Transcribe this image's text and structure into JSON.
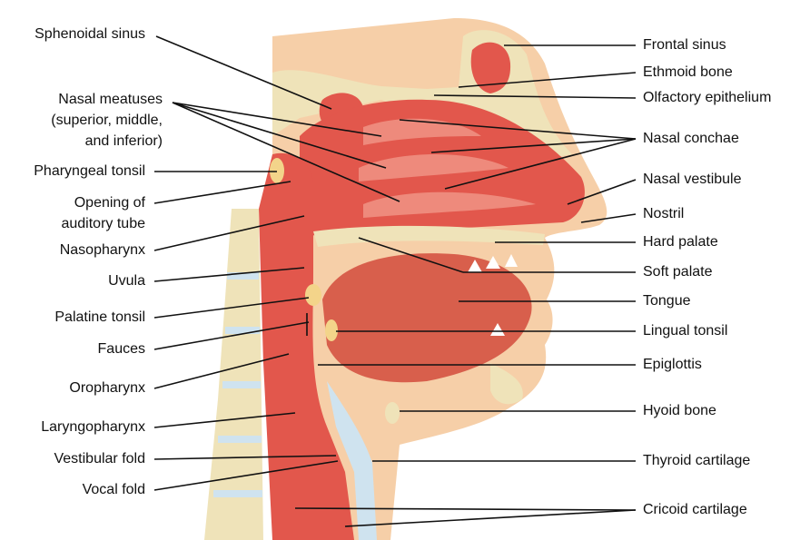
{
  "labels_left": {
    "sphenoidal_sinus": "Sphenoidal sinus",
    "nasal_meatuses_l1": "Nasal meatuses",
    "nasal_meatuses_l2": "(superior, middle,",
    "nasal_meatuses_l3": "and inferior)",
    "pharyngeal_tonsil": "Pharyngeal tonsil",
    "opening_auditory_l1": "Opening of",
    "opening_auditory_l2": "auditory tube",
    "nasopharynx": "Nasopharynx",
    "uvula": "Uvula",
    "palatine_tonsil": "Palatine tonsil",
    "fauces": "Fauces",
    "oropharynx": "Oropharynx",
    "laryngopharynx": "Laryngopharynx",
    "vestibular_fold": "Vestibular fold",
    "vocal_fold": "Vocal fold"
  },
  "labels_right": {
    "frontal_sinus": "Frontal sinus",
    "ethmoid_bone": "Ethmoid bone",
    "olfactory_epithelium": "Olfactory epithelium",
    "nasal_conchae": "Nasal conchae",
    "nasal_vestibule": "Nasal vestibule",
    "nostril": "Nostril",
    "hard_palate": "Hard palate",
    "soft_palate": "Soft palate",
    "tongue": "Tongue",
    "lingual_tonsil": "Lingual tonsil",
    "epiglottis": "Epiglottis",
    "hyoid_bone": "Hyoid bone",
    "thyroid_cartilage": "Thyroid cartilage",
    "cricoid_cartilage": "Cricoid cartilage"
  },
  "colors": {
    "skin": "#f6cfa8",
    "muscle": "#e2574c",
    "muscle_light": "#ee8a7c",
    "bone": "#efe3b9",
    "cartilage": "#cfe3ef",
    "tonsil": "#f3d48a",
    "tongue": "#d85f4c",
    "leader": "#111111"
  }
}
